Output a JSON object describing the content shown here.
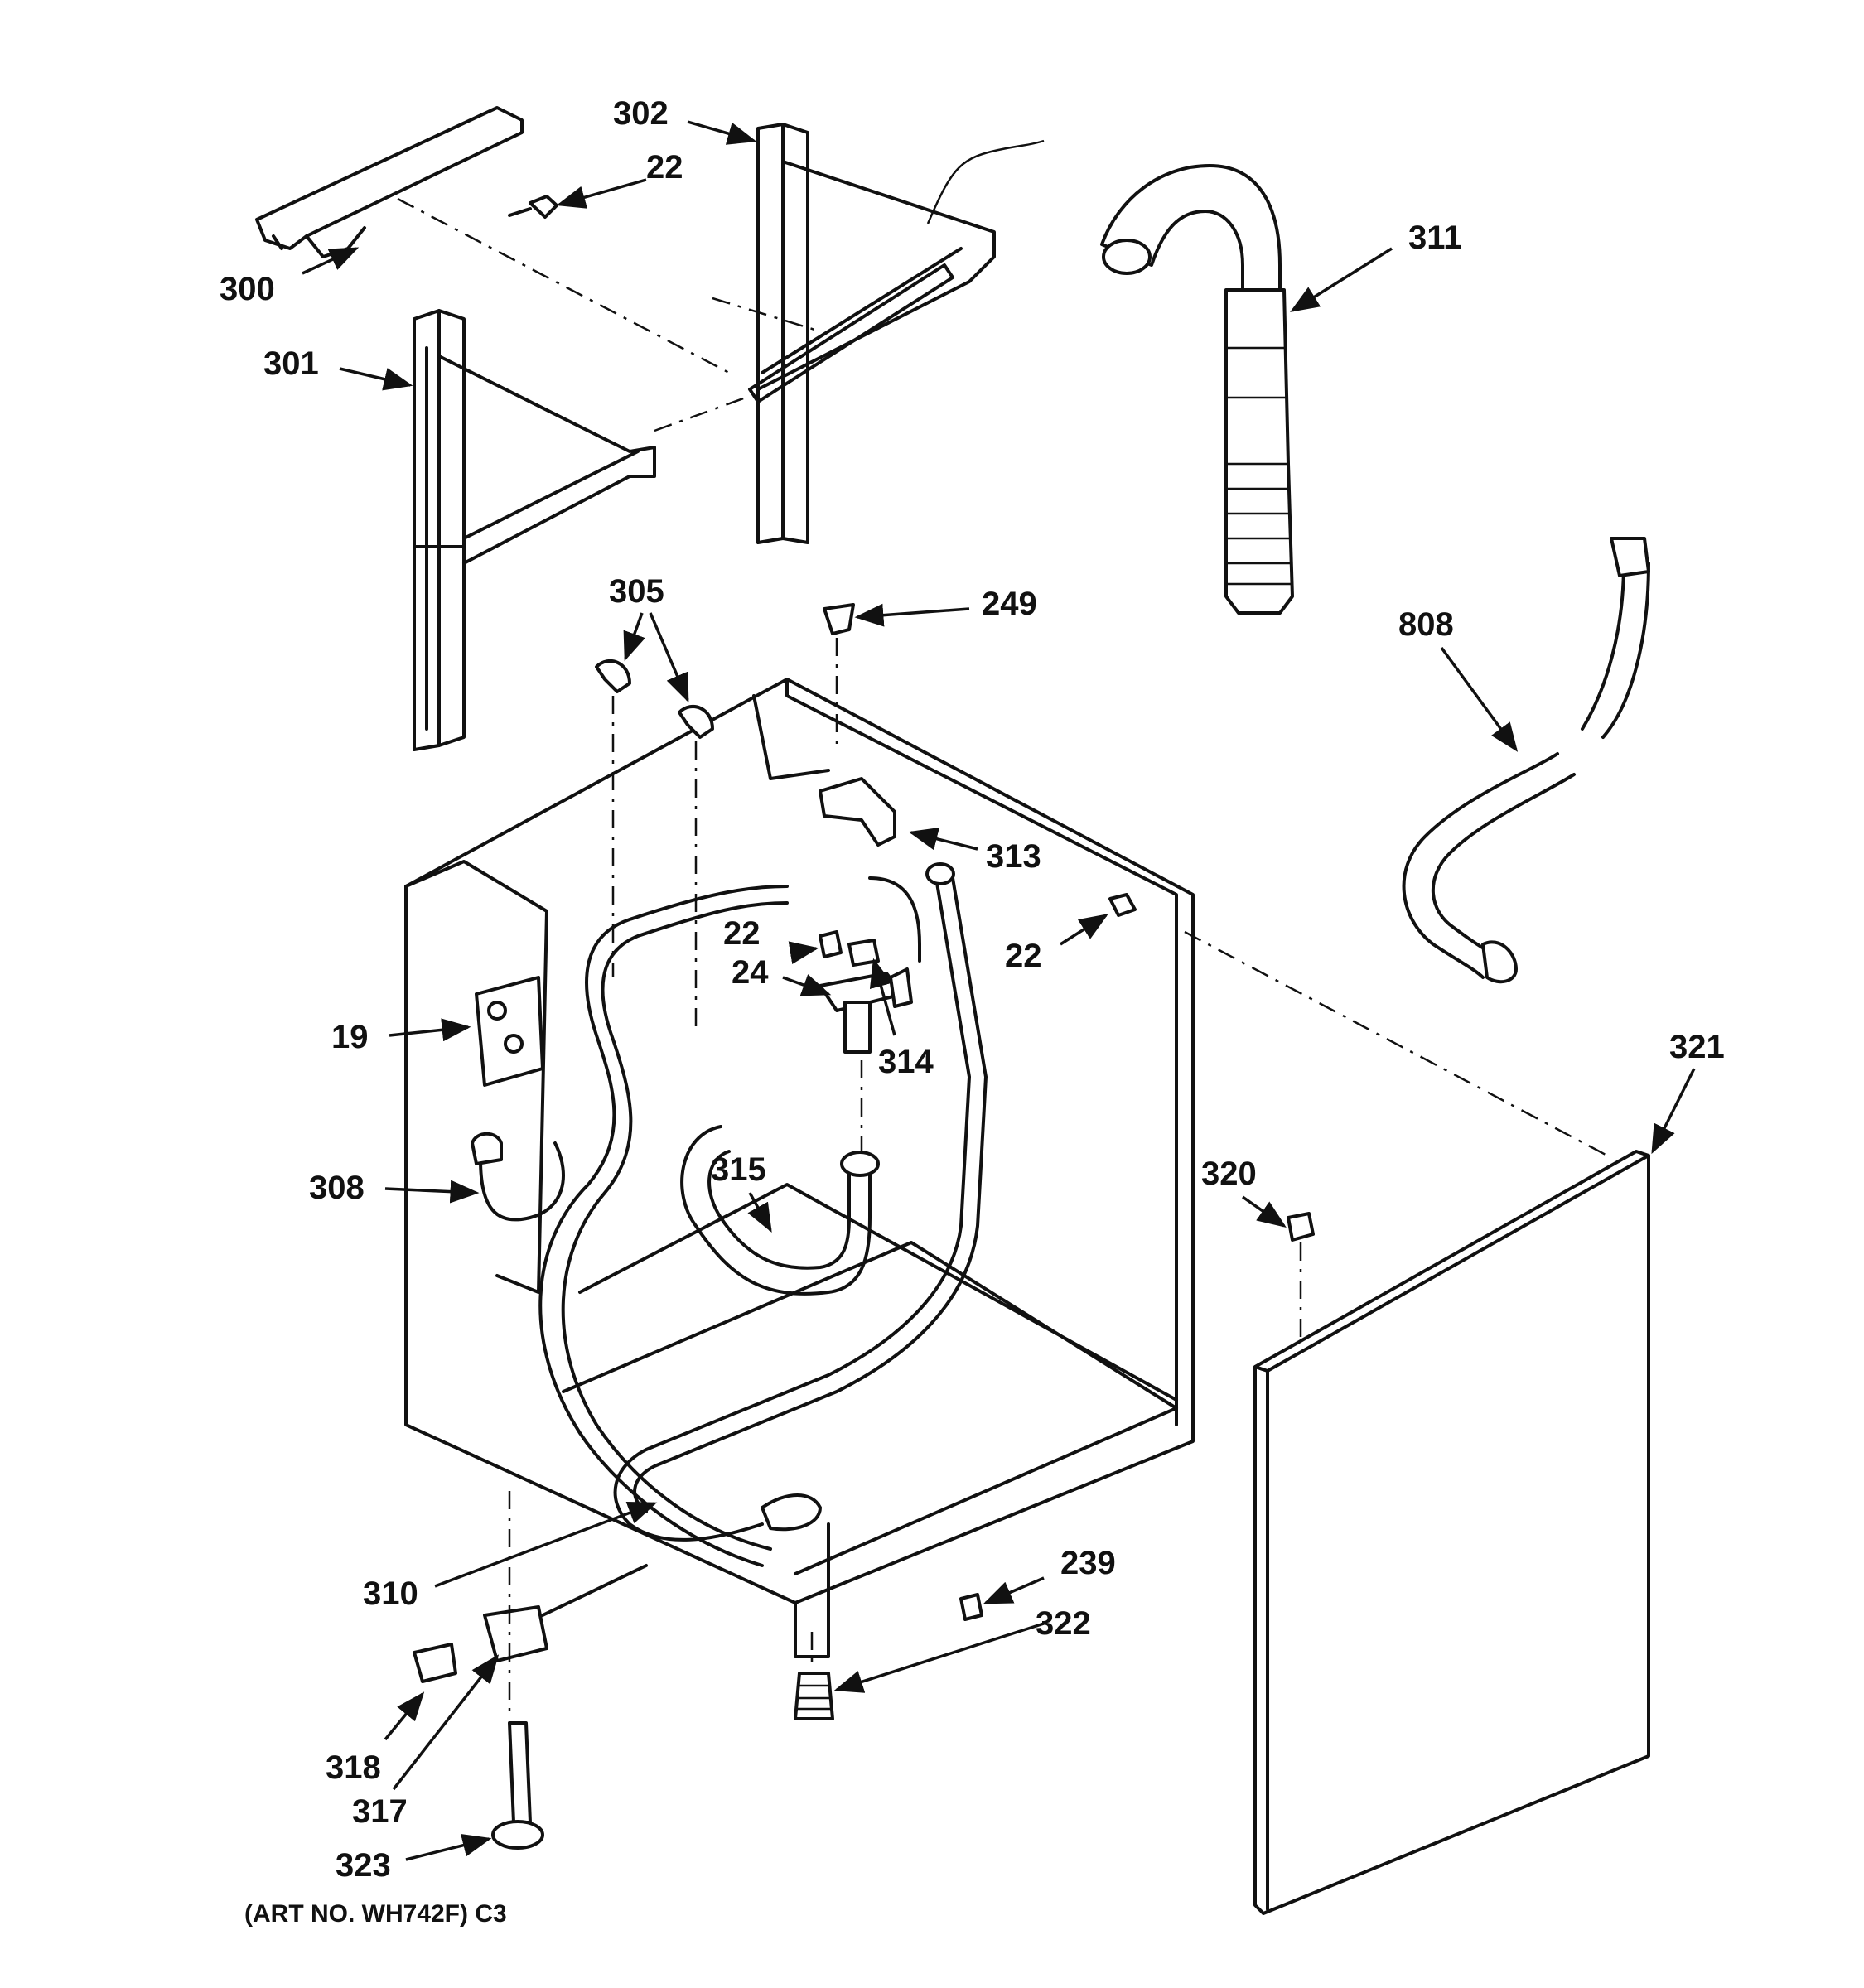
{
  "callouts": {
    "c302": "302",
    "c22_top": "22",
    "c300": "300",
    "c301": "301",
    "c311": "311",
    "c305": "305",
    "c249": "249",
    "c808": "808",
    "c313": "313",
    "c22_mid": "22",
    "c22_right": "22",
    "c24": "24",
    "c19": "19",
    "c314": "314",
    "c321": "321",
    "c308": "308",
    "c315": "315",
    "c320": "320",
    "c239": "239",
    "c310": "310",
    "c322": "322",
    "c318": "318",
    "c317": "317",
    "c323": "323"
  },
  "caption": "(ART NO. WH742F) C3"
}
